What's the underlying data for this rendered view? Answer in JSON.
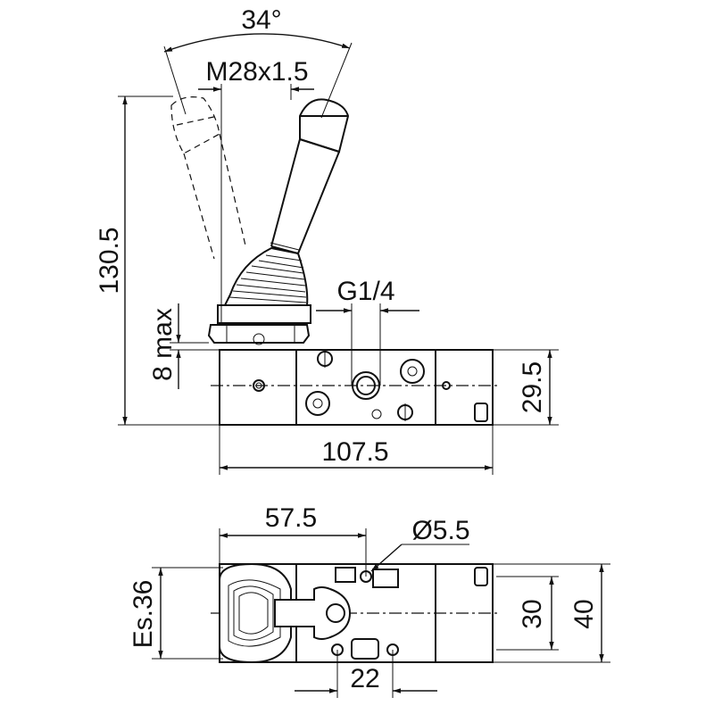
{
  "dimensions": {
    "angle": "34°",
    "thread": "M28x1.5",
    "height": "130.5",
    "port": "G1/4",
    "stroke_max": "8 max",
    "body_height": "29.5",
    "body_length": "107.5",
    "mount_distance": "57.5",
    "hole_diameter": "Ø5.5",
    "flat_width": "Es.36",
    "hole_spacing": "30",
    "body_width": "40",
    "port_spacing": "22"
  }
}
